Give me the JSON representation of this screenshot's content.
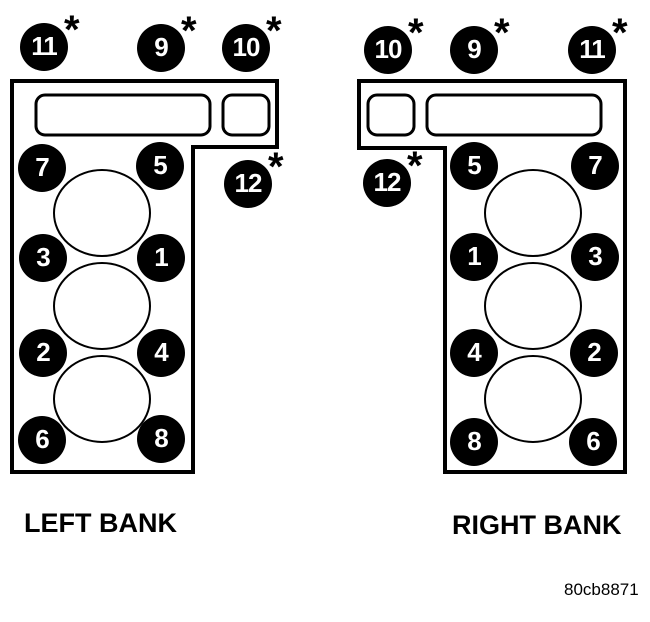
{
  "figure_code": "80cb8871",
  "symbols": {
    "asterisk": "*"
  },
  "colors": {
    "ink": "#000000",
    "background": "#ffffff"
  },
  "banks": [
    {
      "id": "left",
      "label": "LEFT BANK",
      "bolts": [
        {
          "num": "11",
          "asterisk": true
        },
        {
          "num": "9",
          "asterisk": true
        },
        {
          "num": "10",
          "asterisk": true
        },
        {
          "num": "7",
          "asterisk": false
        },
        {
          "num": "5",
          "asterisk": false
        },
        {
          "num": "12",
          "asterisk": true
        },
        {
          "num": "3",
          "asterisk": false
        },
        {
          "num": "1",
          "asterisk": false
        },
        {
          "num": "2",
          "asterisk": false
        },
        {
          "num": "4",
          "asterisk": false
        },
        {
          "num": "6",
          "asterisk": false
        },
        {
          "num": "8",
          "asterisk": false
        }
      ]
    },
    {
      "id": "right",
      "label": "RIGHT BANK",
      "bolts": [
        {
          "num": "10",
          "asterisk": true
        },
        {
          "num": "9",
          "asterisk": true
        },
        {
          "num": "11",
          "asterisk": true
        },
        {
          "num": "5",
          "asterisk": false
        },
        {
          "num": "7",
          "asterisk": false
        },
        {
          "num": "12",
          "asterisk": true
        },
        {
          "num": "1",
          "asterisk": false
        },
        {
          "num": "3",
          "asterisk": false
        },
        {
          "num": "4",
          "asterisk": false
        },
        {
          "num": "2",
          "asterisk": false
        },
        {
          "num": "8",
          "asterisk": false
        },
        {
          "num": "6",
          "asterisk": false
        }
      ]
    }
  ]
}
